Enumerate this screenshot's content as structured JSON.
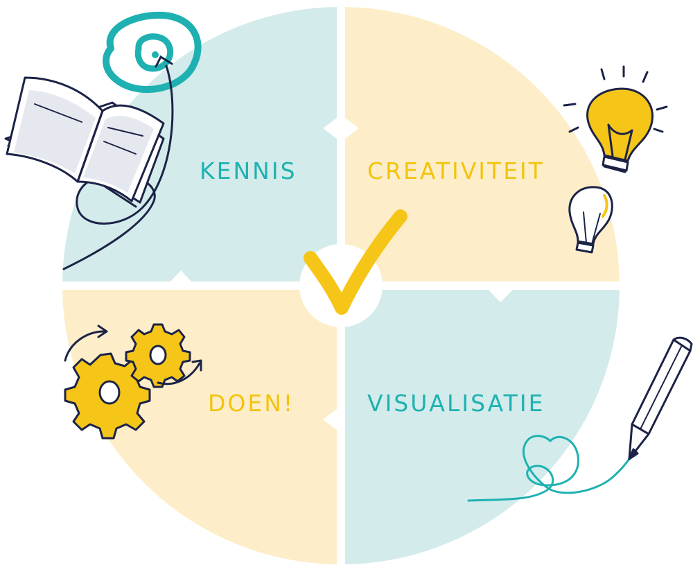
{
  "colors": {
    "teal_light": "#d3ebeb",
    "yellow_light": "#fdeec9",
    "teal_text": "#1fb1b1",
    "yellow_text": "#f3c30d",
    "ink": "#1c2347",
    "check": "#f5c518",
    "bulb": "#f5c518"
  },
  "quadrants": {
    "kennis": {
      "label": "KENNIS",
      "icons": [
        "book-icon",
        "target-icon",
        "arrow-icon"
      ]
    },
    "creativiteit": {
      "label": "CREATIVITEIT",
      "icons": [
        "lightbulb-lit-icon",
        "lightbulb-icon"
      ]
    },
    "doen": {
      "label": "DOEN!",
      "icons": [
        "gears-icon"
      ]
    },
    "visualisatie": {
      "label": "VISUALISATIE",
      "icons": [
        "pencil-icon",
        "heart-scribble-icon"
      ]
    }
  },
  "center": {
    "icon": "checkmark-icon"
  }
}
